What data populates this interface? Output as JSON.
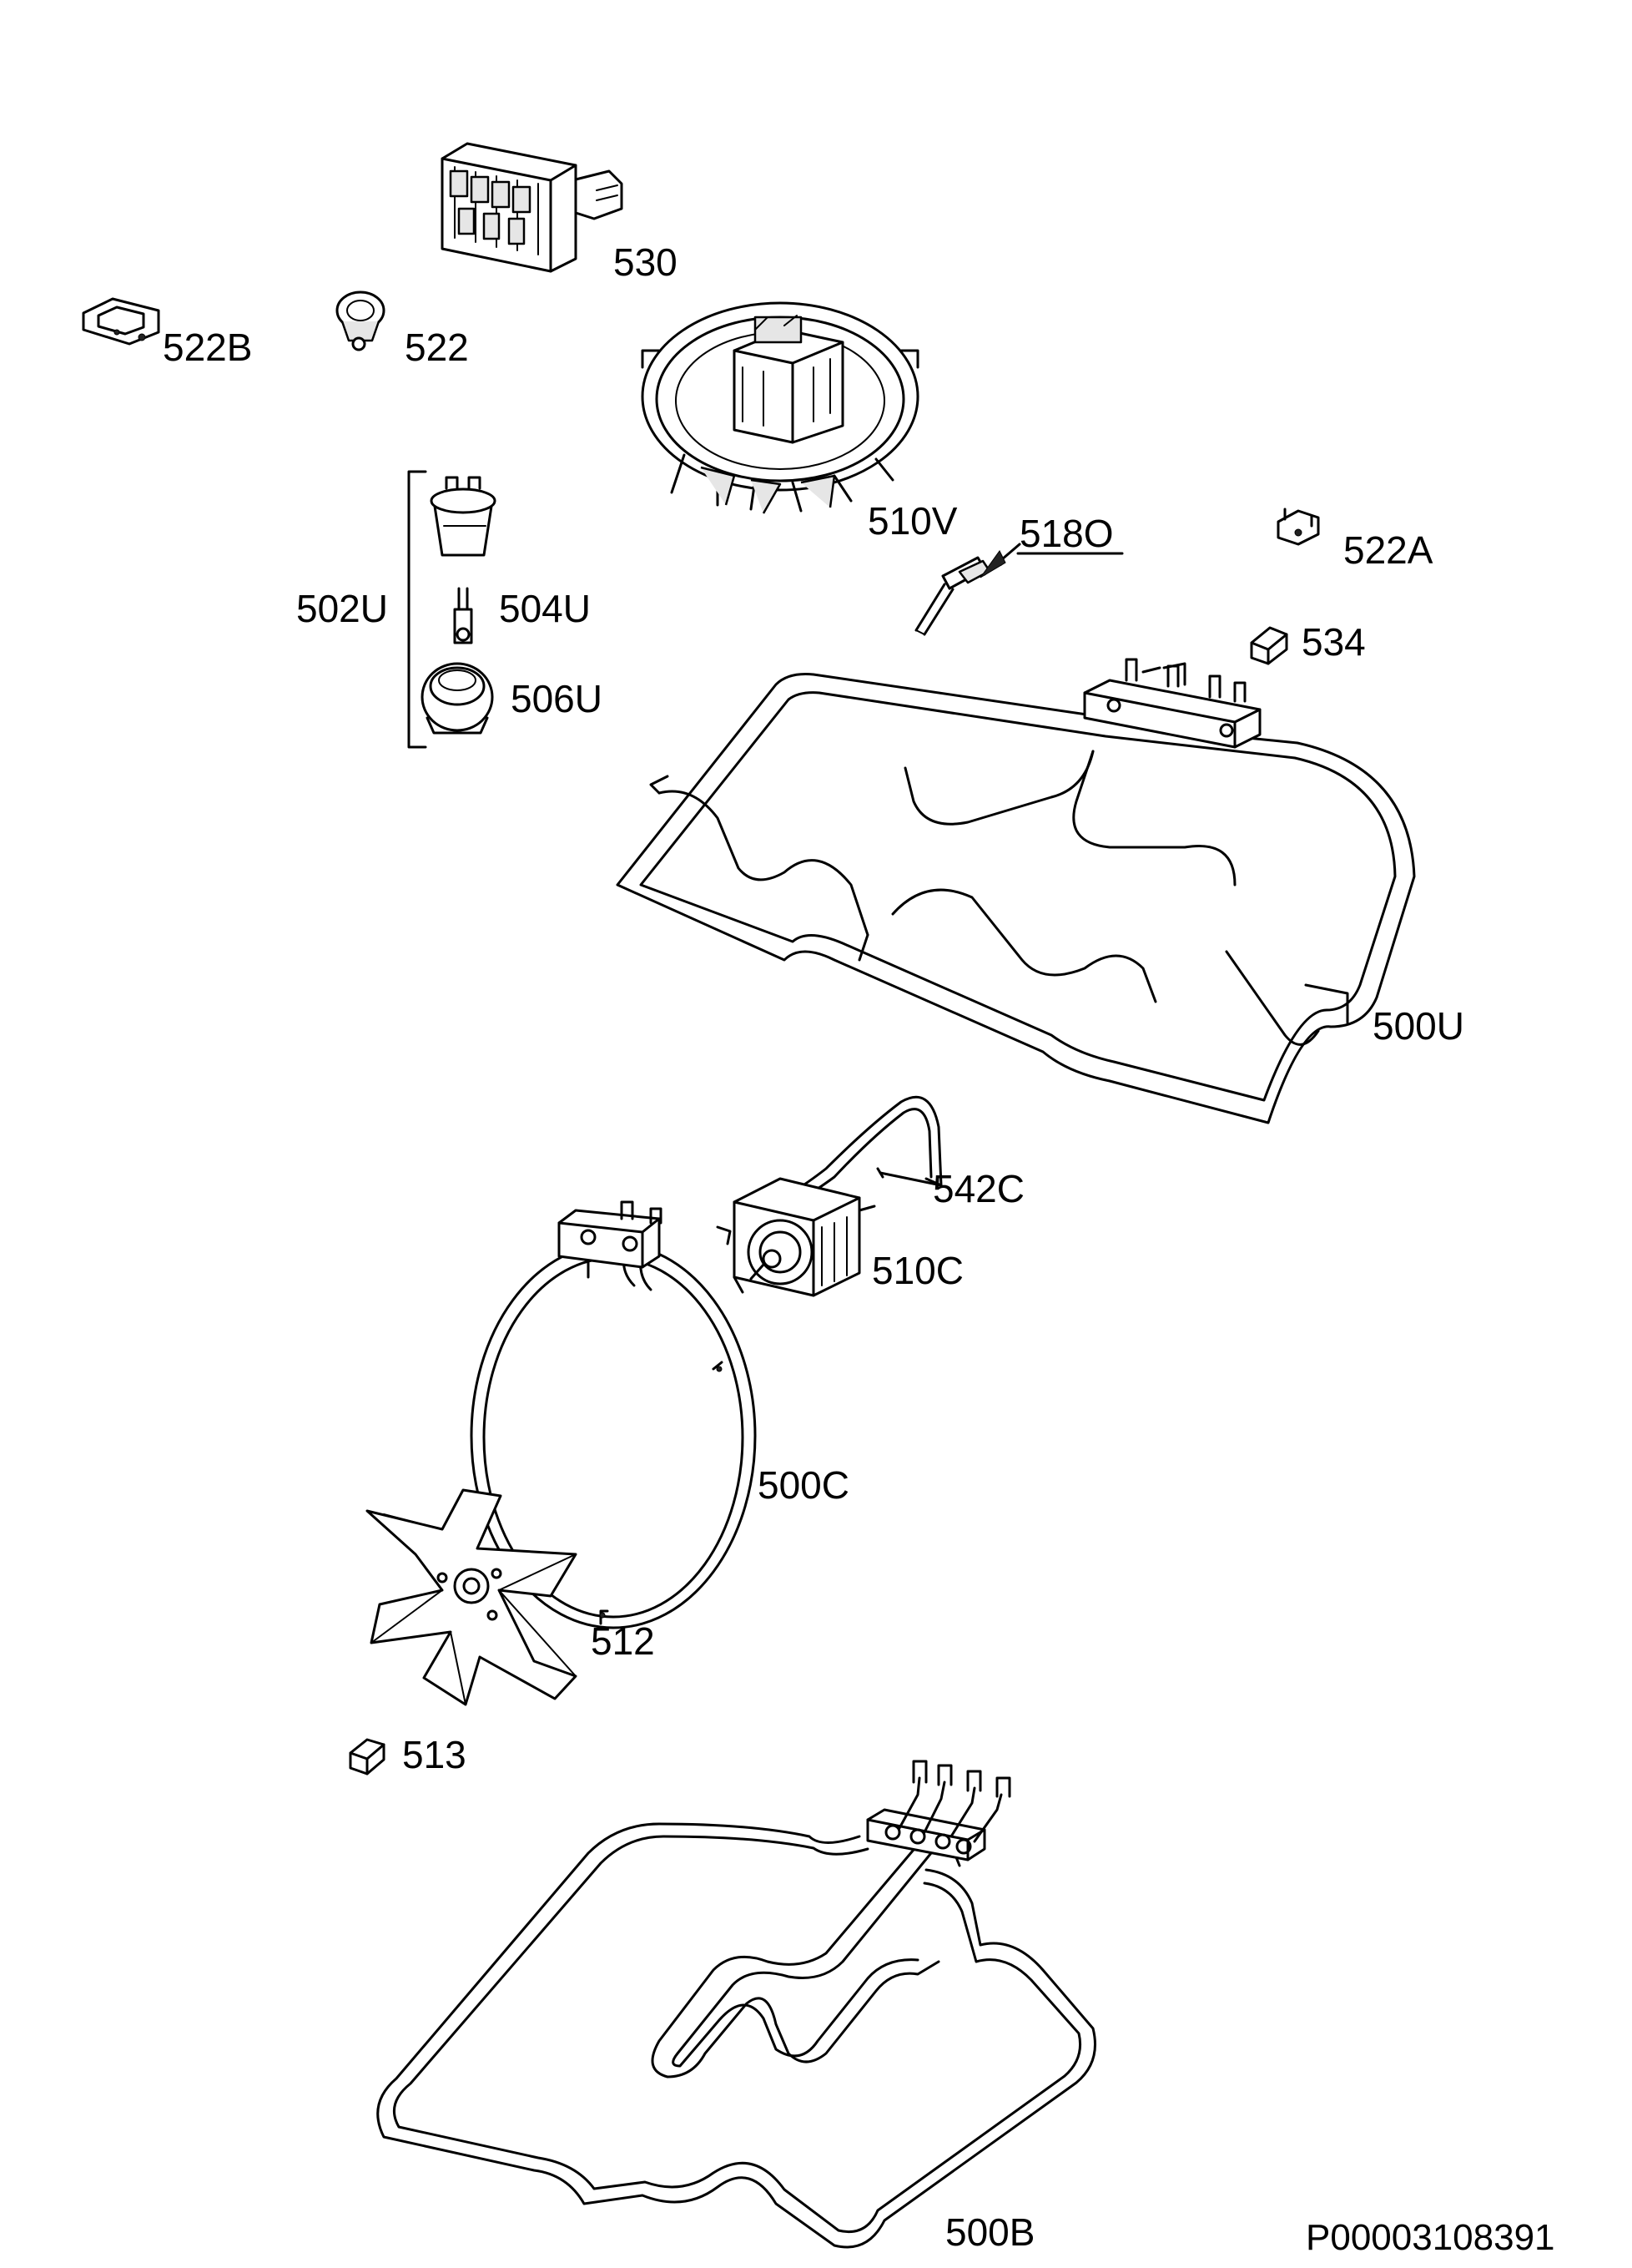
{
  "diagram": {
    "document_id": "P00003108391",
    "labels": {
      "p530": "530",
      "p522B": "522B",
      "p522": "522",
      "p510V": "510V",
      "p518O": "518O",
      "p522A": "522A",
      "p534": "534",
      "p502U": "502U",
      "p504U": "504U",
      "p506U": "506U",
      "p500U": "500U",
      "p542C": "542C",
      "p510C": "510C",
      "p500C": "500C",
      "p512": "512",
      "p513": "513",
      "p500B": "500B"
    }
  }
}
